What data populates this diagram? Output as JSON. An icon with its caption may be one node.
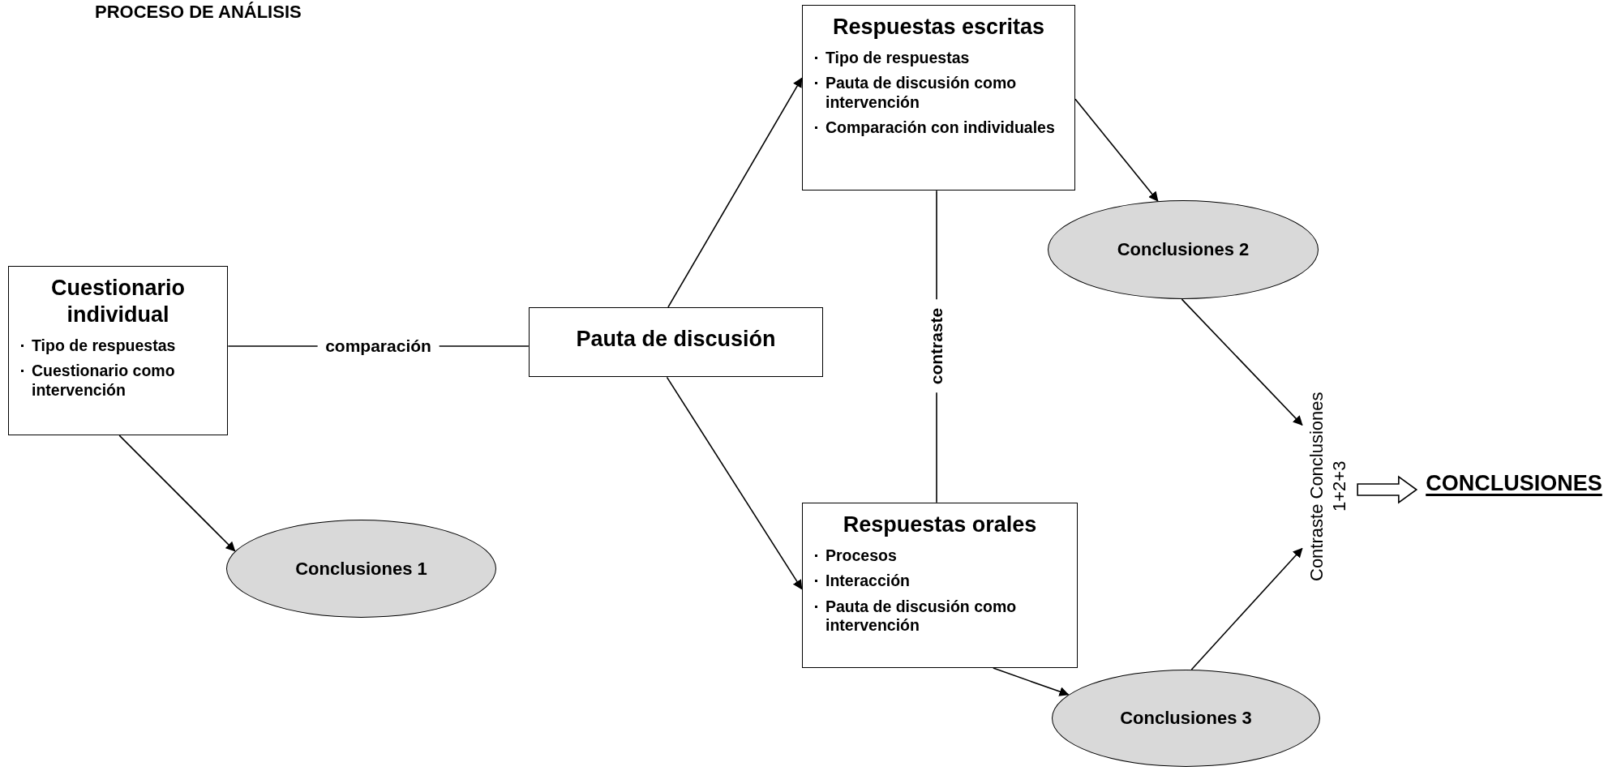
{
  "diagram": {
    "title": "PROCESO DE ANÁLISIS",
    "nodes": [
      {
        "text": [
          "Cuestionario individual",
          "Tipo de respuestas",
          "Cuestionario como intervención"
        ]
      },
      {
        "text": [
          "Pauta de discusión"
        ]
      },
      {
        "text": [
          "Respuestas escritas",
          "Tipo de respuestas",
          "Pauta de discusión como intervención",
          "Comparación con individuales"
        ]
      },
      {
        "text": [
          "Respuestas orales",
          "Procesos",
          "Interacción",
          "Pauta de discusión como intervención"
        ]
      },
      {
        "text": [
          "Conclusiones 1"
        ]
      },
      {
        "text": [
          "Conclusiones 2"
        ]
      },
      {
        "text": [
          "Conclusiones 3"
        ]
      },
      {
        "text": [
          "Contraste Conclusiones 1+2+3"
        ]
      },
      {
        "text": [
          "CONCLUSIONES"
        ]
      }
    ],
    "edges": [
      {
        "from": 0,
        "to": 1,
        "arrow": "none",
        "label": "comparación"
      },
      {
        "from": 1,
        "to": 2,
        "arrow": "to"
      },
      {
        "from": 1,
        "to": 3,
        "arrow": "to"
      },
      {
        "from": 2,
        "to": 5,
        "arrow": "to"
      },
      {
        "from": 2,
        "to": 3,
        "arrow": "none",
        "label": "contraste"
      },
      {
        "from": 0,
        "to": 4,
        "arrow": "to"
      },
      {
        "from": 5,
        "to": 7,
        "arrow": "to"
      },
      {
        "from": 6,
        "to": 7,
        "arrow": "to"
      },
      {
        "from": 3,
        "to": 6,
        "arrow": "to"
      },
      {
        "from": 7,
        "to": 8,
        "arrow": "to",
        "style": "thick"
      }
    ]
  }
}
